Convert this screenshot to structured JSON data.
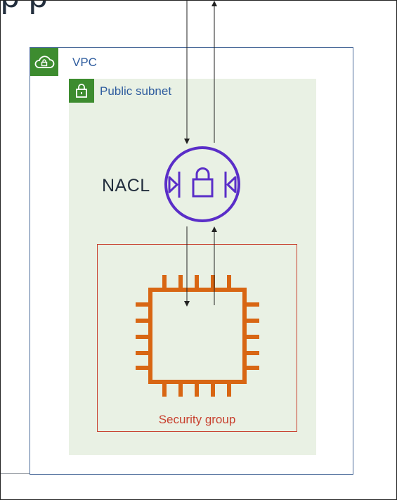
{
  "diagram": {
    "top_fragment": "p p",
    "vpc": {
      "label": "VPC",
      "icon": "cloud-lock-icon"
    },
    "subnet": {
      "label": "Public subnet",
      "icon": "lock-icon"
    },
    "nacl": {
      "label": "NACL",
      "icon": "nacl-icon"
    },
    "security_group": {
      "label": "Security group",
      "icon": "ec2-chip-icon"
    },
    "colors": {
      "vpc_border": "#4a6a9a",
      "vpc_label": "#2e5c9e",
      "badge_green": "#3d8c2f",
      "subnet_fill": "#e9f1e4",
      "nacl_purple": "#5a2ec8",
      "ec2_orange": "#d86613",
      "sg_red": "#c8412f"
    }
  }
}
